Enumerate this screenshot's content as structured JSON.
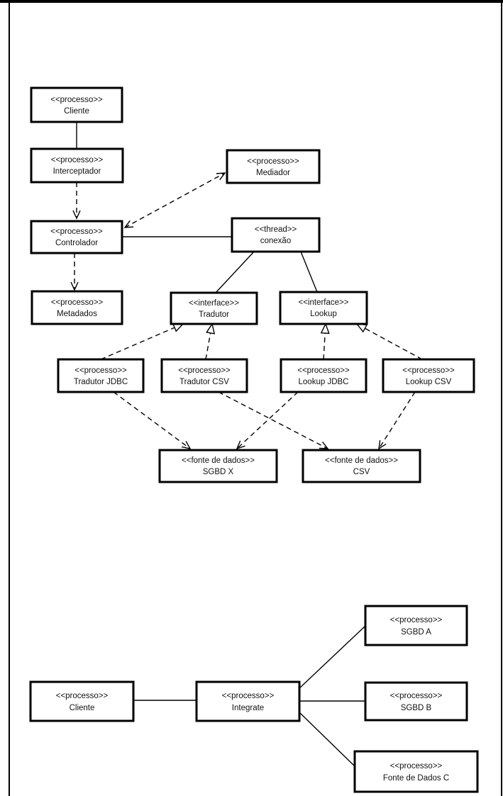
{
  "page": {
    "background": "#ffffff",
    "ink": "#000000",
    "artifacts": [
      "top-black-bar",
      "left-page-edge-line",
      "right-page-edge-line"
    ]
  },
  "top_diagram": {
    "nodes": {
      "cliente": {
        "stereotype": "<<processo>>",
        "name": "Cliente"
      },
      "interceptador": {
        "stereotype": "<<processo>>",
        "name": "Interceptador"
      },
      "mediador": {
        "stereotype": "<<processo>>",
        "name": "Mediador"
      },
      "controlador": {
        "stereotype": "<<processo>>",
        "name": "Controlador"
      },
      "conexao": {
        "stereotype": "<<thread>>",
        "name": "conexão"
      },
      "metadados": {
        "stereotype": "<<processo>>",
        "name": "Metadados"
      },
      "tradutor": {
        "stereotype": "<<interface>>",
        "name": "Tradutor"
      },
      "lookup": {
        "stereotype": "<<interface>>",
        "name": "Lookup"
      },
      "tradutor_jdbc": {
        "stereotype": "<<processo>>",
        "name": "Tradutor JDBC"
      },
      "tradutor_csv": {
        "stereotype": "<<processo>>",
        "name": "Tradutor CSV"
      },
      "lookup_jdbc": {
        "stereotype": "<<processo>>",
        "name": "Lookup JDBC"
      },
      "lookup_csv": {
        "stereotype": "<<processo>>",
        "name": "Lookup CSV"
      },
      "sgbd_x": {
        "stereotype": "<<fonte de dados>>",
        "name": "SGBD X"
      },
      "csv": {
        "stereotype": "<<fonte de dados>>",
        "name": "CSV"
      }
    },
    "edges": [
      {
        "from": "cliente",
        "to": "interceptador",
        "style": "solid-association"
      },
      {
        "from": "interceptador",
        "to": "controlador",
        "style": "dashed-dependency-arrow"
      },
      {
        "from": "controlador",
        "to": "mediador",
        "style": "dashed-dependency-arrow-both-ends"
      },
      {
        "from": "controlador",
        "to": "conexao",
        "style": "solid-association"
      },
      {
        "from": "controlador",
        "to": "metadados",
        "style": "dashed-dependency-arrow"
      },
      {
        "from": "conexao",
        "to": "tradutor",
        "style": "solid-association"
      },
      {
        "from": "conexao",
        "to": "lookup",
        "style": "solid-association"
      },
      {
        "from": "tradutor_jdbc",
        "to": "tradutor",
        "style": "dashed-realization-hollow-triangle"
      },
      {
        "from": "tradutor_csv",
        "to": "tradutor",
        "style": "dashed-realization-hollow-triangle"
      },
      {
        "from": "lookup_jdbc",
        "to": "lookup",
        "style": "dashed-realization-hollow-triangle"
      },
      {
        "from": "lookup_csv",
        "to": "lookup",
        "style": "dashed-realization-hollow-triangle"
      },
      {
        "from": "tradutor_jdbc",
        "to": "sgbd_x",
        "style": "dashed-dependency-arrow"
      },
      {
        "from": "lookup_jdbc",
        "to": "sgbd_x",
        "style": "dashed-dependency-arrow"
      },
      {
        "from": "tradutor_csv",
        "to": "csv",
        "style": "dashed-dependency-arrow"
      },
      {
        "from": "lookup_csv",
        "to": "csv",
        "style": "dashed-dependency-arrow"
      }
    ]
  },
  "bottom_diagram": {
    "nodes": {
      "cliente": {
        "stereotype": "<<processo>>",
        "name": "Cliente"
      },
      "integrate": {
        "stereotype": "<<processo>>",
        "name": "Integrate"
      },
      "sgbd_a": {
        "stereotype": "<<processo>>",
        "name": "SGBD A"
      },
      "sgbd_b": {
        "stereotype": "<<processo>>",
        "name": "SGBD B"
      },
      "fonte_c": {
        "stereotype": "<<processo>>",
        "name": "Fonte de Dados C"
      }
    },
    "edges": [
      {
        "from": "cliente",
        "to": "integrate",
        "style": "solid-association"
      },
      {
        "from": "integrate",
        "to": "sgbd_a",
        "style": "solid-association"
      },
      {
        "from": "integrate",
        "to": "sgbd_b",
        "style": "solid-association"
      },
      {
        "from": "integrate",
        "to": "fonte_c",
        "style": "solid-association"
      }
    ]
  }
}
